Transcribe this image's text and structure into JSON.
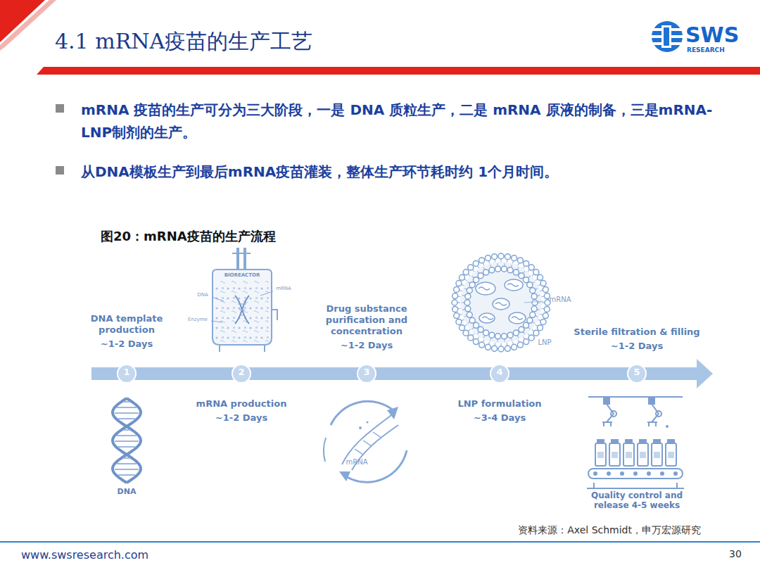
{
  "diagram": {
    "title": "4.1 mRNA疫苗的生产工艺",
    "caption": "图20：mRNA疫苗的生产流程",
    "nodes": [
      {
        "text": [
          "1",
          "DNA template production",
          "~1-2 Days"
        ]
      },
      {
        "text": [
          "2",
          "mRNA production",
          "~1-2 Days"
        ]
      },
      {
        "text": [
          "3",
          "Drug substance purification and concentration",
          "~1-2 Days"
        ]
      },
      {
        "text": [
          "4",
          "LNP formulation",
          "~3-4 Days"
        ]
      },
      {
        "text": [
          "5",
          "Sterile filtration & filling",
          "~1-2 Days"
        ]
      }
    ],
    "edges": [
      {
        "from": 0,
        "to": 1,
        "arrow": "none"
      },
      {
        "from": 1,
        "to": 2,
        "arrow": "none"
      },
      {
        "from": 2,
        "to": 3,
        "arrow": "none"
      },
      {
        "from": 3,
        "to": 4,
        "arrow": "none"
      }
    ],
    "labels": [
      "SWS",
      "RESEARCH",
      "mRNA 疫苗的生产可分为三大阶段，一是 DNA 质粒生产，二是 mRNA 原液的制备，三是mRNA-LNP制剂的生产。",
      "从DNA模板生产到最后mRNA疫苗灌装，整体生产环节耗时约 1个月时间。",
      "BIOREACTOR",
      "DNA",
      "Enzyme",
      "mRNA",
      "DNA",
      "mRNA",
      "mRNA",
      "LNP",
      "Quality control and release 4-5 weeks",
      "资料来源：Axel Schmidt，申万宏源研究",
      "www.swsresearch.com",
      "30"
    ]
  }
}
